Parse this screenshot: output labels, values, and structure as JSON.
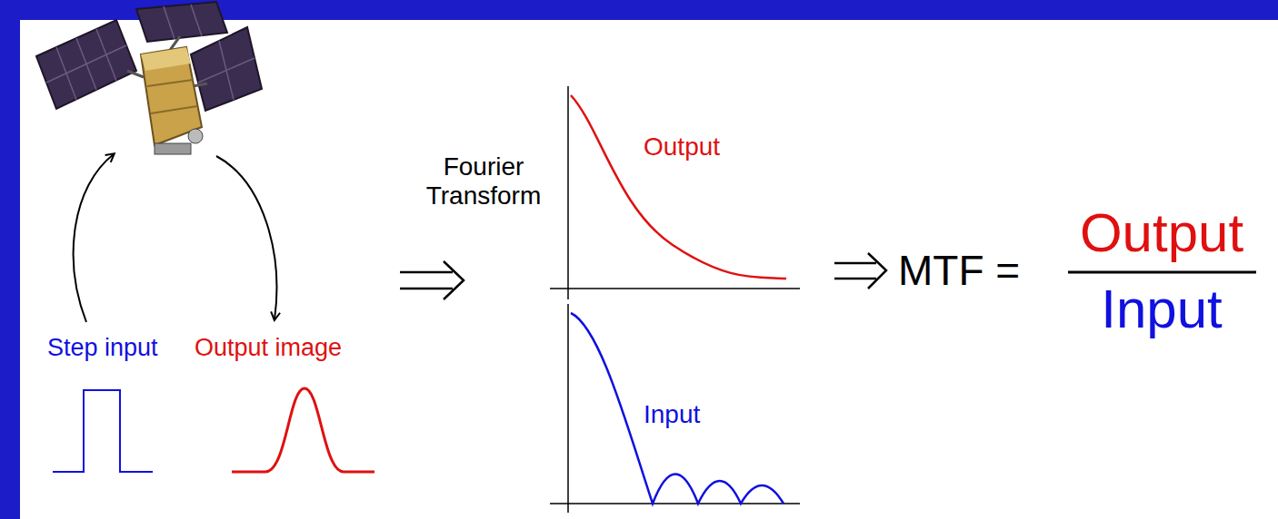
{
  "diagram": {
    "labels": [
      "Step input",
      "Output image",
      "Fourier Transform",
      "Output",
      "Input",
      "MTF =",
      "Output",
      "Input"
    ]
  }
}
